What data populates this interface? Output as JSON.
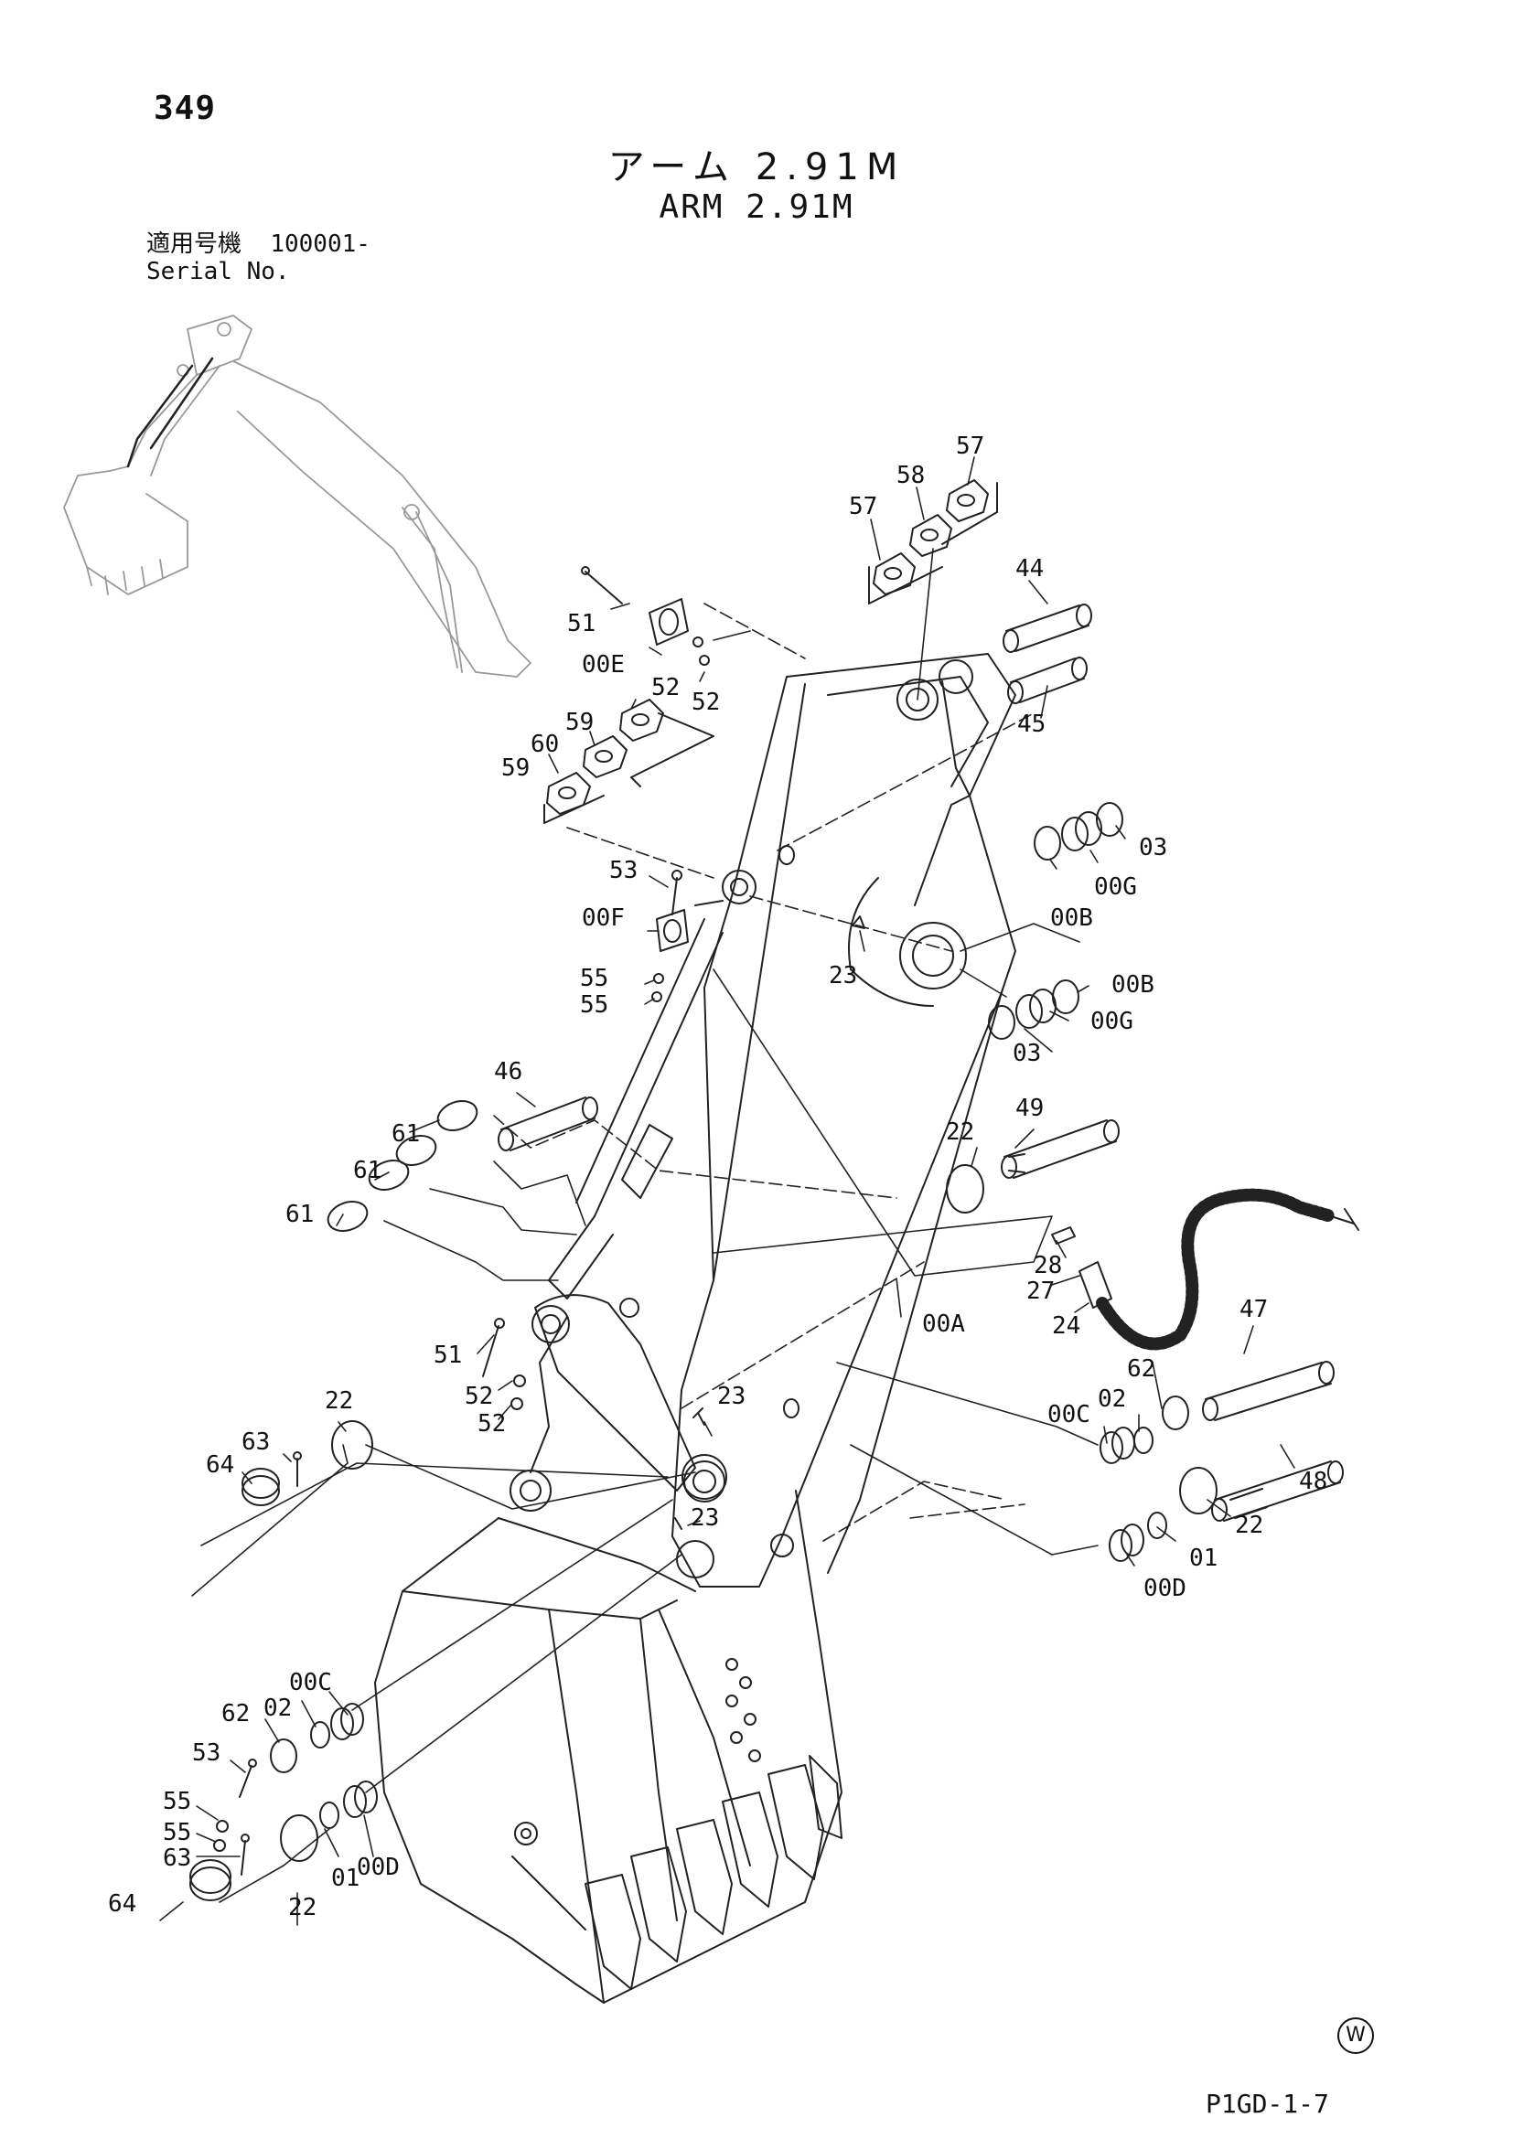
{
  "page_number": "349",
  "title_jp": "アーム 2.91M",
  "title_en": "ARM 2.91M",
  "serial_label_jp": "適用号機",
  "serial_range": "100001-",
  "serial_label_en": "Serial No.",
  "drawing_code": "P1GD-1-7",
  "stamp": "W",
  "callouts": [
    "57",
    "58",
    "57",
    "44",
    "51",
    "00E",
    "52",
    "52",
    "45",
    "59",
    "60",
    "59",
    "03",
    "00G",
    "00B",
    "53",
    "00F",
    "23",
    "55",
    "55",
    "00B",
    "00G",
    "03",
    "46",
    "49",
    "22",
    "61",
    "61",
    "61",
    "28",
    "27",
    "24",
    "00A",
    "47",
    "51",
    "62",
    "52",
    "23",
    "52",
    "02",
    "00C",
    "22",
    "63",
    "64",
    "48",
    "23",
    "22",
    "01",
    "00D",
    "00C",
    "02",
    "62",
    "53",
    "55",
    "55",
    "63",
    "64",
    "22",
    "01",
    "00D"
  ]
}
